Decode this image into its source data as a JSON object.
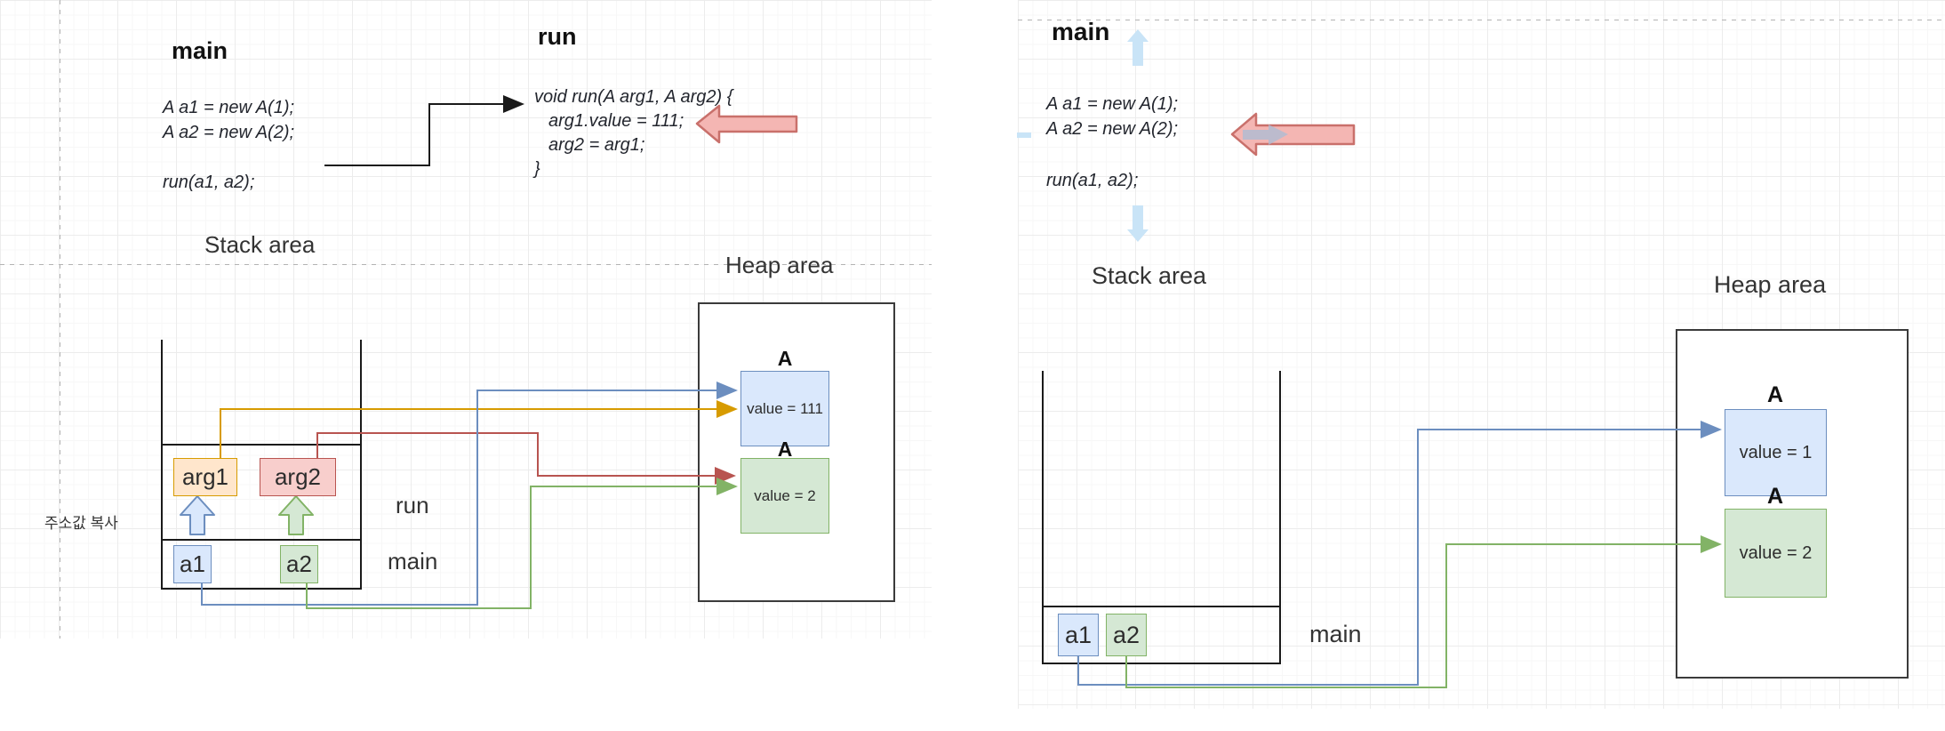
{
  "left": {
    "heading": "main",
    "code": [
      "A a1 = new A(1);",
      "A a2 = new A(2);",
      "run(a1, a2);"
    ],
    "run_heading": "run",
    "run_code": [
      "void run(A arg1, A arg2) {",
      "arg1.value = 111;",
      "arg2 = arg1;",
      "}"
    ],
    "stack_label": "Stack area",
    "heap_label": "Heap area",
    "note": "주소값 복사",
    "frames": {
      "run": "run",
      "main": "main"
    },
    "vars": {
      "arg1": "arg1",
      "arg2": "arg2",
      "a1": "a1",
      "a2": "a2"
    },
    "heap_objects": [
      {
        "class_name": "A",
        "value": "value = 111"
      },
      {
        "class_name": "A",
        "value": "value = 2"
      }
    ]
  },
  "right": {
    "heading": "main",
    "code": [
      "A a1 = new A(1);",
      "A a2 = new A(2);",
      "run(a1, a2);"
    ],
    "stack_label": "Stack area",
    "heap_label": "Heap area",
    "frames": {
      "main": "main"
    },
    "vars": {
      "a1": "a1",
      "a2": "a2"
    },
    "heap_objects": [
      {
        "class_name": "A",
        "value": "value = 1"
      },
      {
        "class_name": "A",
        "value": "value = 2"
      }
    ]
  },
  "colors": {
    "blue_fill": "#dae8fc",
    "blue_stroke": "#6c8ebf",
    "green_fill": "#d5e8d4",
    "green_stroke": "#82b366",
    "orange_fill": "#ffe6cc",
    "orange_stroke": "#d79b00",
    "red_fill": "#f8cecc",
    "red_stroke": "#b85450",
    "pink_fill": "#f4b6b3",
    "pink_stroke": "#c9706b",
    "lightblue": "#c9e4f7",
    "inner_arrow": "#aabcd6",
    "ink": "#1a1a1a",
    "grid_minor": "#f7f7f7",
    "grid_major": "#ececec",
    "dashed": "#b3b3b3"
  }
}
